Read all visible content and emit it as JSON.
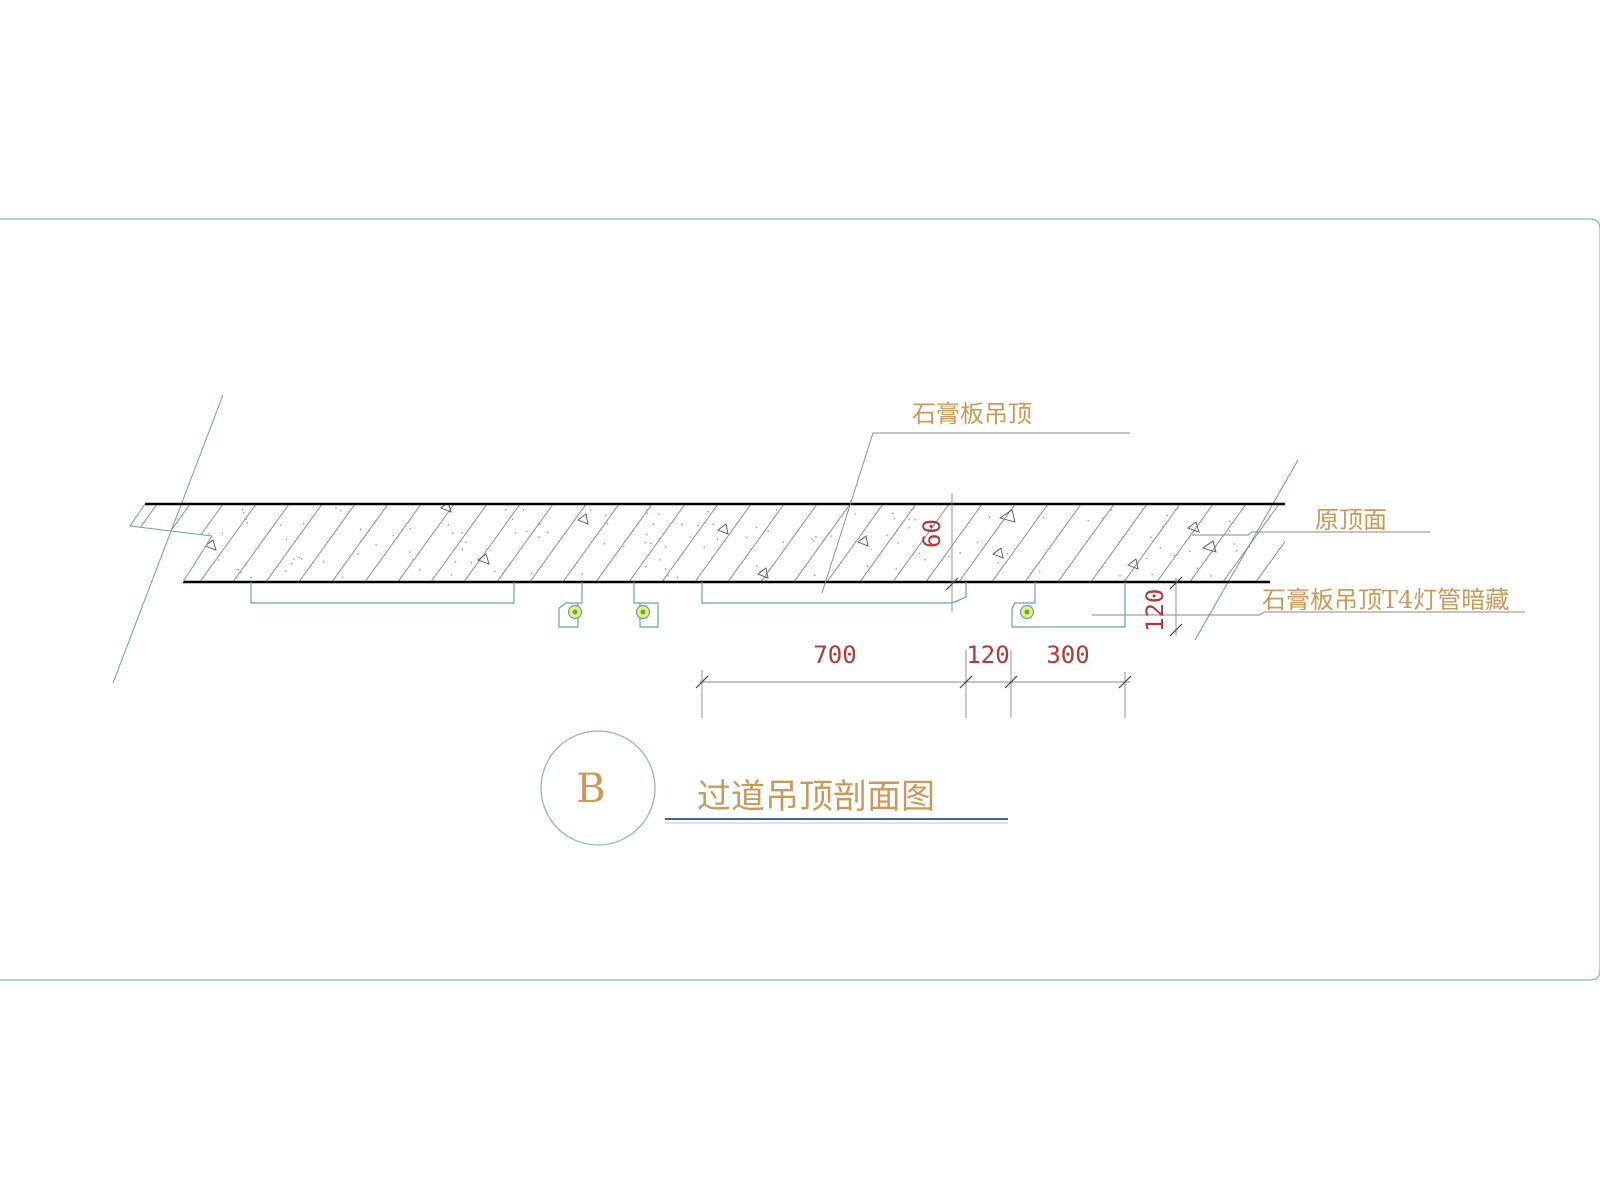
{
  "labels": {
    "gypsum_ceiling": "石膏板吊顶",
    "original_ceiling": "原顶面",
    "t4_hidden_light": "石膏板吊顶T4灯管暗藏"
  },
  "dimensions": {
    "slab_thickness": "60",
    "drop_height": "120",
    "span_a": "700",
    "span_b": "120",
    "span_c": "300"
  },
  "title": {
    "section_mark": "B",
    "text": "过道吊顶剖面图"
  },
  "colors": {
    "frame": "#8ab4c0",
    "annotation": "#c89a5a",
    "dimension": "#b03a3a",
    "profile": "#6a9fb5"
  }
}
